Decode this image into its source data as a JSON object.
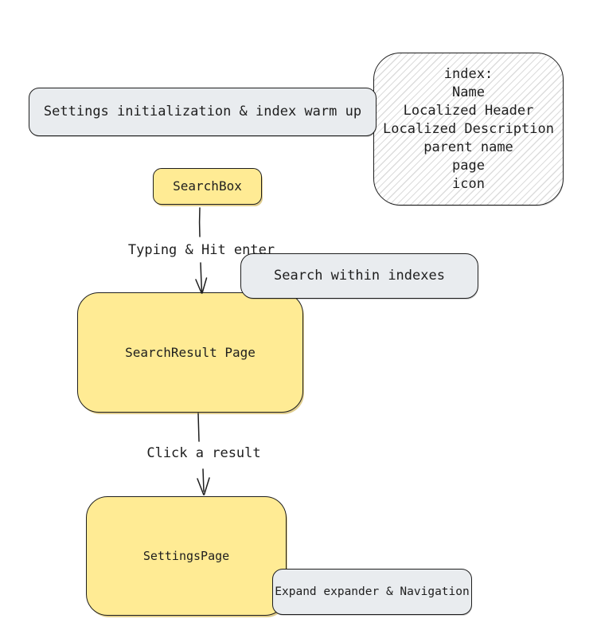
{
  "colors": {
    "background": "#ffffff",
    "stroke": "#1e1e1e",
    "node_yellow": "#ffeb94",
    "node_gray": "#e9ecef",
    "note_hatch": "#dcdcdc"
  },
  "nodes": {
    "warmup": {
      "label": "Settings initialization & index warm up"
    },
    "index_note": {
      "lines": [
        "index:",
        "Name",
        "Localized Header",
        "Localized Description",
        "parent name",
        "page",
        "icon"
      ]
    },
    "searchbox": {
      "label": "SearchBox"
    },
    "search_within": {
      "label": "Search within indexes"
    },
    "search_result": {
      "label": "SearchResult Page"
    },
    "settings_page": {
      "label": "SettingsPage"
    },
    "expand_nav": {
      "label": "Expand expander & Navigation"
    }
  },
  "edge_labels": {
    "typing": "Typing & Hit enter",
    "click": "Click a result"
  }
}
